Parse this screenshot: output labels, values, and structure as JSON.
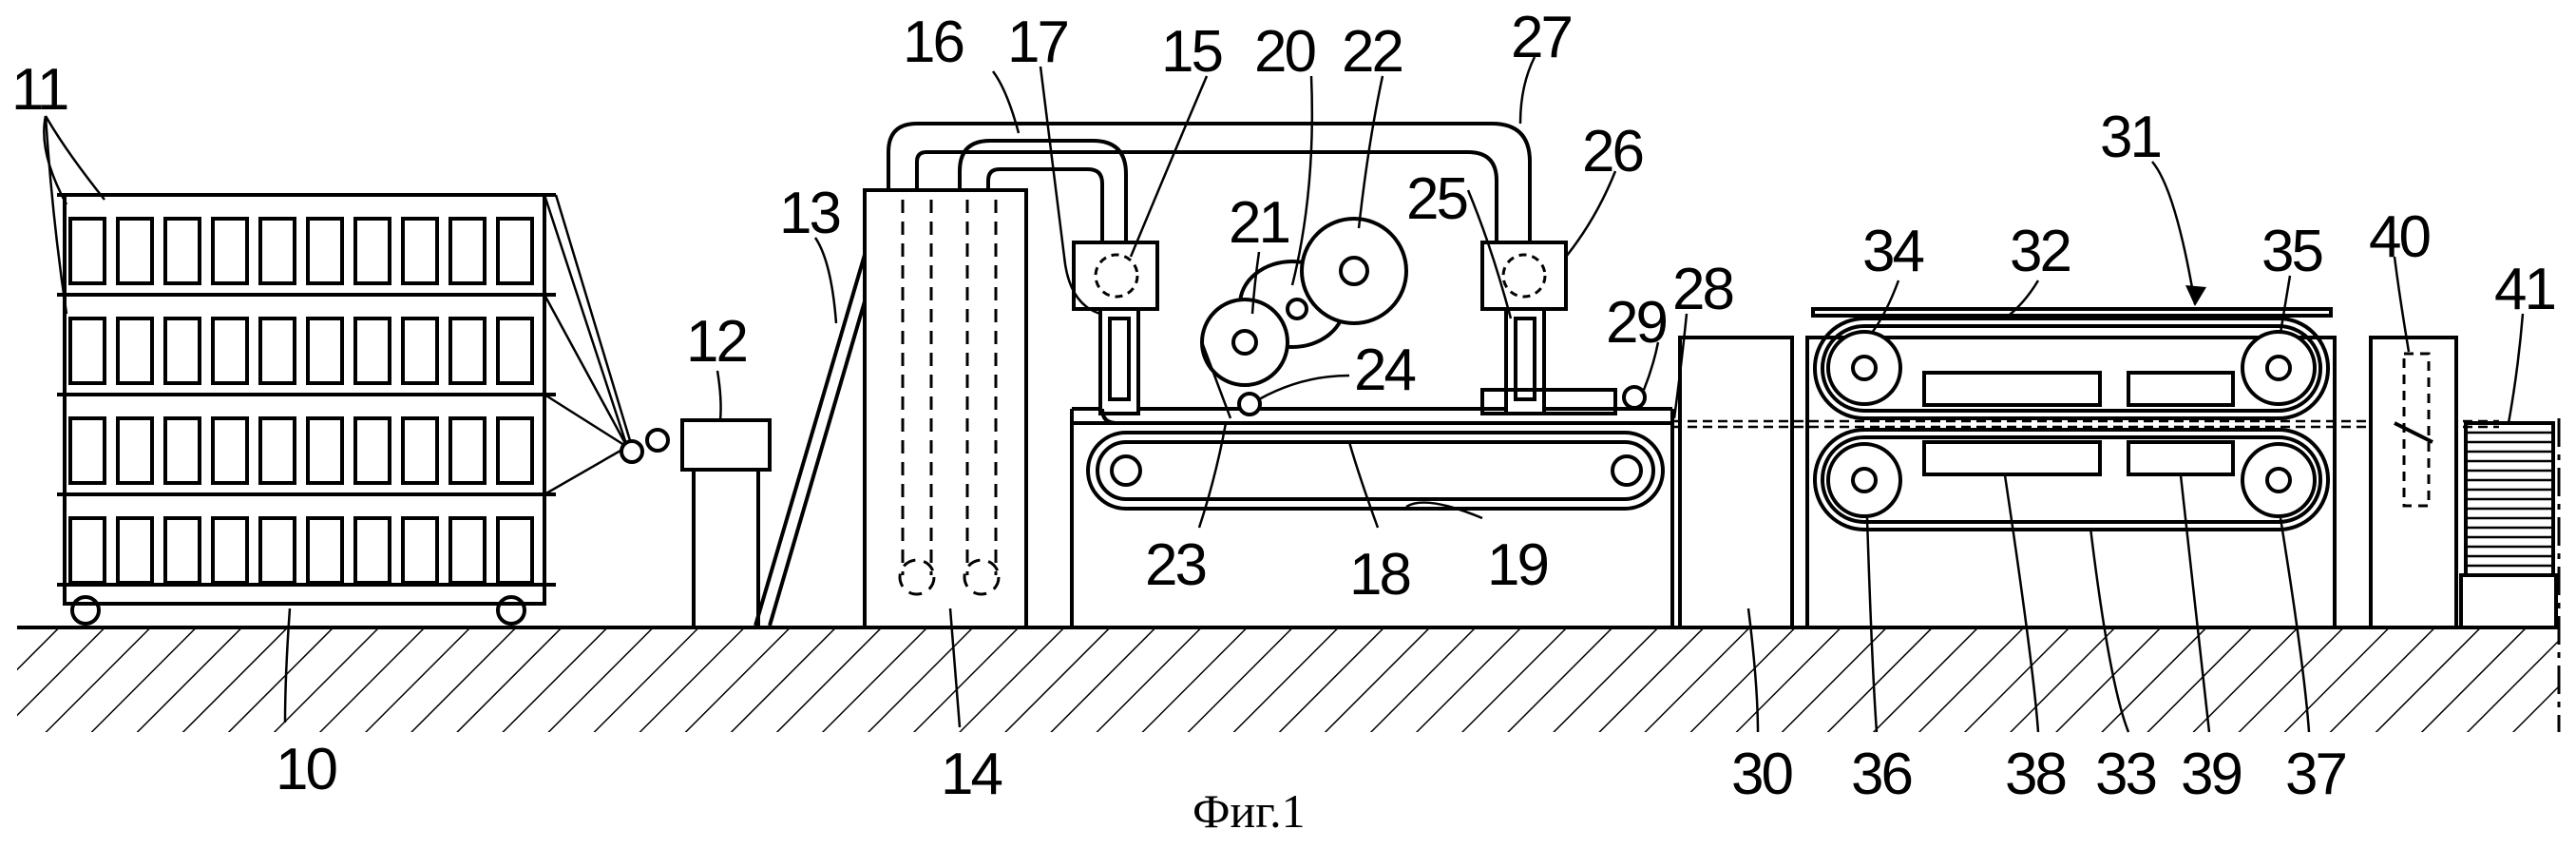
{
  "figure": {
    "caption": "Фиг.1",
    "labels": {
      "l10": "10",
      "l11": "11",
      "l12": "12",
      "l13": "13",
      "l14": "14",
      "l15": "15",
      "l16": "16",
      "l17": "17",
      "l18": "18",
      "l19": "19",
      "l20": "20",
      "l21": "21",
      "l22": "22",
      "l23": "23",
      "l24": "24",
      "l25": "25",
      "l26": "26",
      "l27": "27",
      "l28": "28",
      "l29": "29",
      "l30": "30",
      "l31": "31",
      "l32": "32",
      "l33": "33",
      "l34": "34",
      "l35": "35",
      "l36": "36",
      "l37": "37",
      "l38": "38",
      "l39": "39",
      "l40": "40",
      "l41": "41"
    }
  }
}
